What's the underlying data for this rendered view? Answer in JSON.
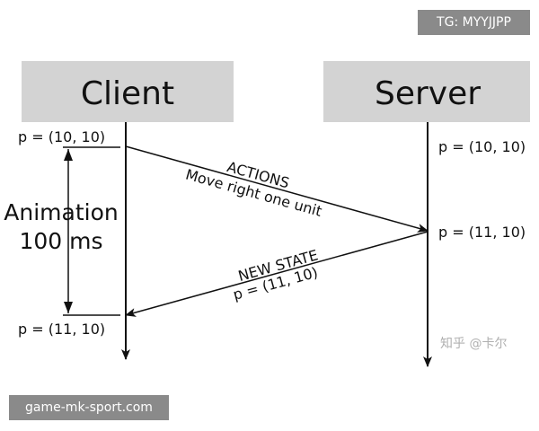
{
  "overlay": {
    "top_badge": "TG: MYYJJPP",
    "bottom_badge": "game-mk-sport.com",
    "watermark": "知乎 @卡尔"
  },
  "client": {
    "title": "Client",
    "state_before": "p = (10, 10)",
    "state_after": "p = (11, 10)",
    "animation_label_1": "Animation",
    "animation_label_2": "100 ms"
  },
  "server": {
    "title": "Server",
    "state_before": "p = (10, 10)",
    "state_after": "p = (11, 10)"
  },
  "messages": {
    "request_title": "ACTIONS",
    "request_body": "Move right one unit",
    "response_title": "NEW STATE",
    "response_body": "p = (11, 10)"
  },
  "colors": {
    "header_fill": "#d3d3d3",
    "line": "#111111",
    "badge": "#8a8a8a",
    "watermark": "#b0b0b0"
  }
}
